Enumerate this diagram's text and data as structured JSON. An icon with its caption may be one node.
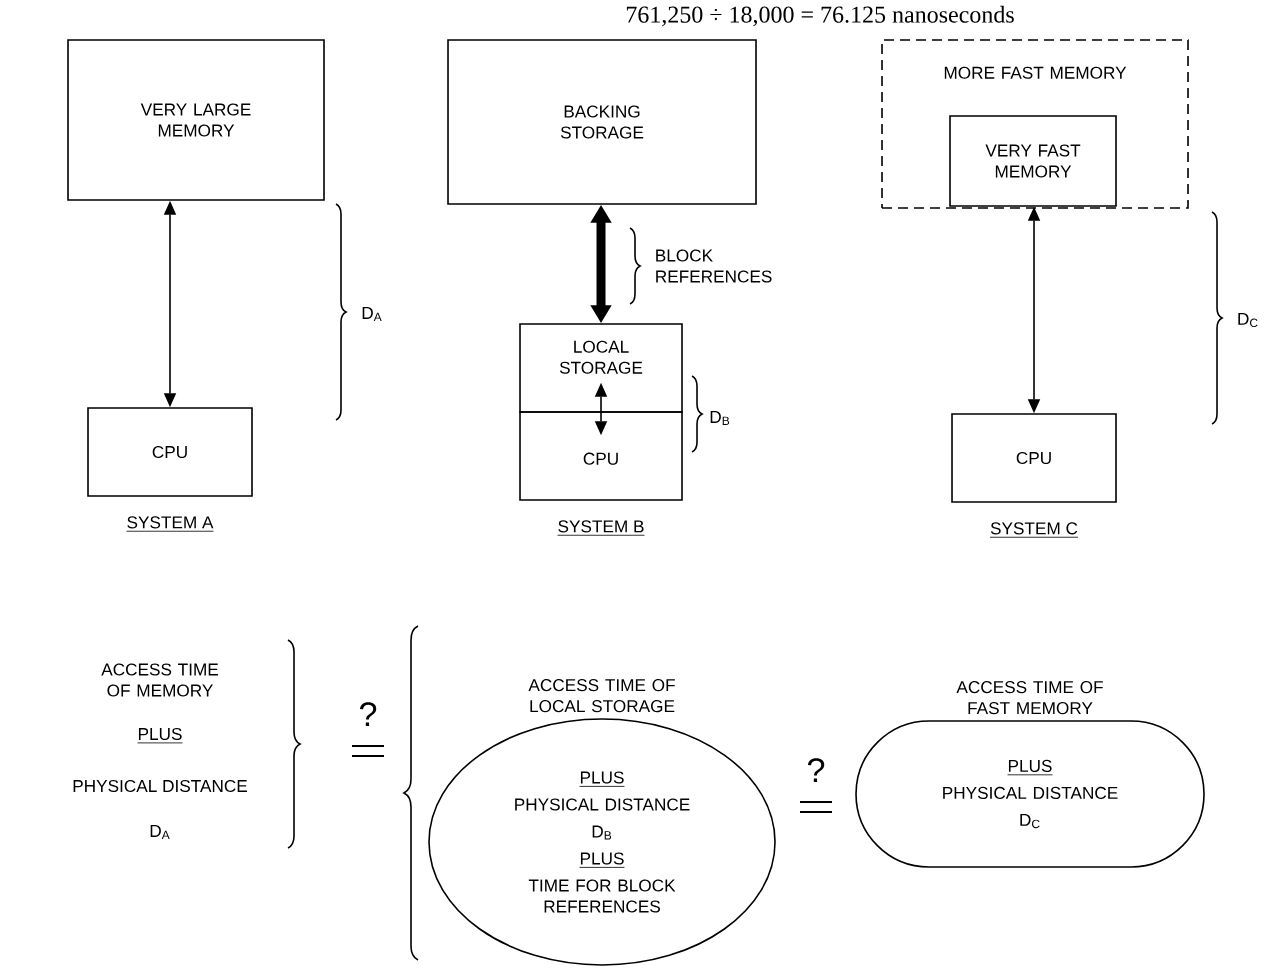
{
  "diagram": {
    "nodes": [
      {
        "text": [
          "VERY LARGE MEMORY"
        ]
      },
      {
        "text": [
          "CPU"
        ],
        "beside": [
          "SYSTEM A"
        ]
      },
      {
        "text": [
          "BACKING STORAGE"
        ]
      },
      {
        "text": [
          "LOCAL STORAGE"
        ]
      },
      {
        "text": [
          "CPU"
        ],
        "beside": [
          "SYSTEM B"
        ]
      },
      {
        "text": [
          "MORE FAST MEMORY"
        ]
      },
      {
        "text": [
          "VERY FAST MEMORY"
        ],
        "in": 5
      },
      {
        "text": [
          "CPU"
        ],
        "beside": [
          "SYSTEM C"
        ]
      },
      {
        "text": [
          "ACCESS TIME OF LOCAL STORAGE",
          "PLUS",
          "PHYSICAL DISTANCE",
          "D$_{B}$",
          "PLUS",
          "TIME FOR BLOCK REFERENCES"
        ]
      },
      {
        "text": [
          "ACCESS TIME OF FAST MEMORY",
          "PLUS",
          "PHYSICAL DISTANCE",
          "D$_{C}$"
        ]
      }
    ],
    "edges": [
      {
        "from": 0,
        "to": 1,
        "arrow": "both"
      },
      {
        "from": 2,
        "to": 3,
        "arrow": "both",
        "style": "thick"
      },
      {
        "from": 3,
        "to": 4,
        "arrow": "both"
      },
      {
        "from": 6,
        "to": 7,
        "arrow": "both"
      }
    ],
    "labels": [
      "761,250 ÷ 18,000 = 76.125 nanoseconds",
      "BLOCK REFERENCES",
      "D$_{A}$",
      "D$_{B}$",
      "D$_{C}$",
      "ACCESS TIME OF MEMORY",
      "PLUS",
      "PHYSICAL DISTANCE",
      "D$_{A}$",
      "?",
      "?"
    ]
  }
}
